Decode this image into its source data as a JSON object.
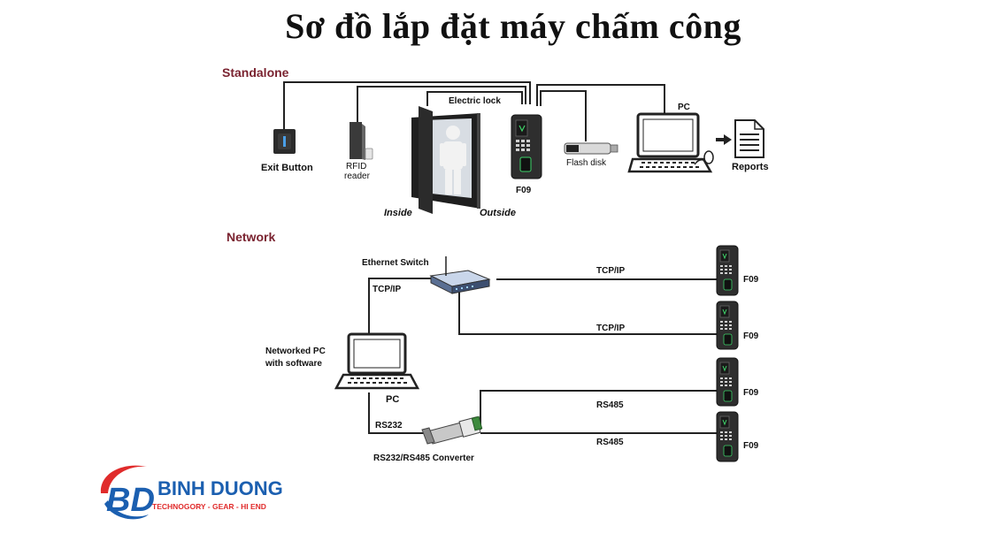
{
  "title": "Sơ đồ lắp đặt máy chấm công",
  "standalone": {
    "heading": "Standalone",
    "exit_button": "Exit Button",
    "rfid_line1": "RFID",
    "rfid_line2": "reader",
    "electric_lock": "Electric lock",
    "device": "F09",
    "inside": "Inside",
    "outside": "Outside",
    "flash_disk": "Flash disk",
    "pc": "PC",
    "reports": "Reports"
  },
  "network": {
    "heading": "Network",
    "switch": "Ethernet Switch",
    "tcpip": "TCP/IP",
    "pc_label_line1": "Networked PC",
    "pc_label_line2": "with software",
    "pc": "PC",
    "rs232": "RS232",
    "converter": "RS232/RS485 Converter",
    "links": [
      {
        "protocol": "TCP/IP",
        "device": "F09"
      },
      {
        "protocol": "TCP/IP",
        "device": "F09"
      },
      {
        "protocol": "RS485",
        "device": "F09"
      },
      {
        "protocol": "RS485",
        "device": "F09"
      }
    ]
  },
  "logo": {
    "monogram": "BD",
    "name": "BINH DUONG",
    "tagline": "TECHNOGORY - GEAR - HI END"
  },
  "colors": {
    "heading": "#7a2330",
    "logo_red": "#e02b2b",
    "logo_blue": "#1b5fb0"
  }
}
